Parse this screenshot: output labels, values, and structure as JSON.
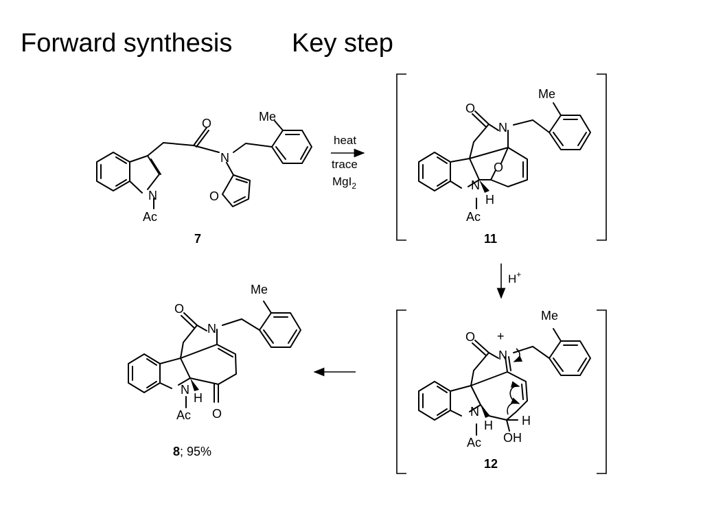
{
  "titles": {
    "forward": "Forward synthesis",
    "key": "Key step"
  },
  "reaction": {
    "conditions": [
      "heat",
      "trace",
      "MgI"
    ],
    "conditions_sub": "2",
    "acid": "H",
    "acid_sup": "+"
  },
  "atoms": {
    "N": "N",
    "O": "O",
    "H": "H",
    "Ac": "Ac",
    "Me": "Me",
    "OH": "OH",
    "plus": "+"
  },
  "compounds": {
    "c7": "7",
    "c11": "11",
    "c12": "12",
    "c8_id": "8",
    "c8_yield": "; 95%"
  },
  "colors": {
    "ink": "#000000",
    "background": "#ffffff"
  }
}
